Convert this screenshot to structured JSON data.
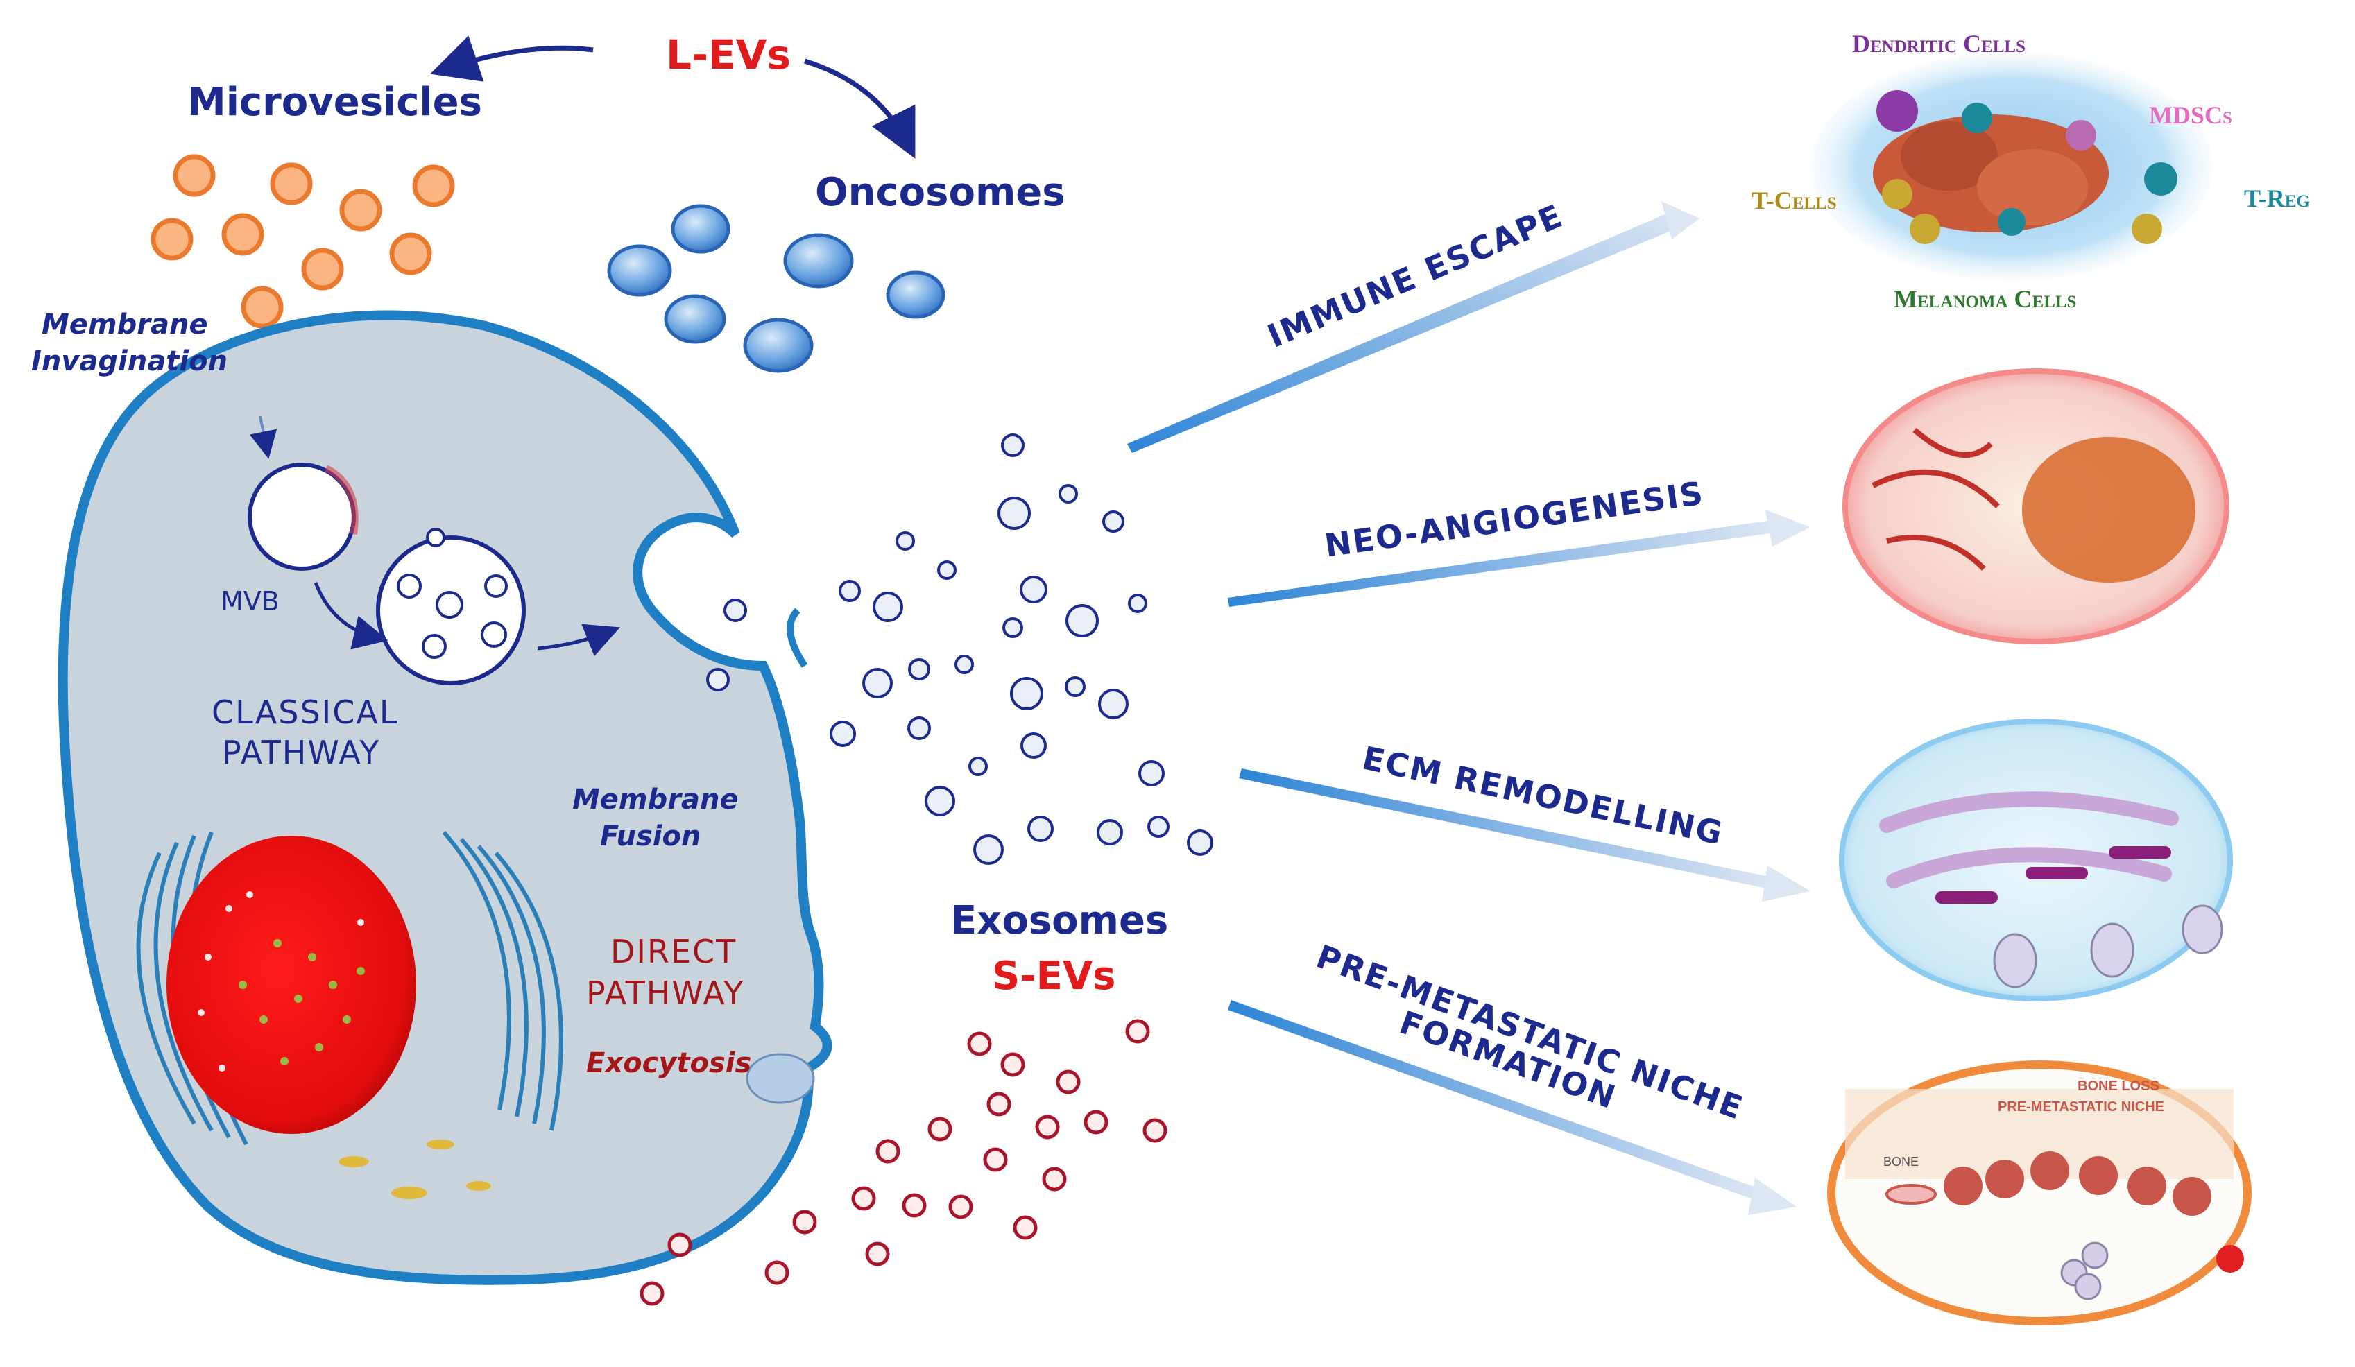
{
  "top": {
    "l_evs": "L-EVs",
    "microvesicles": "Microvesicles",
    "oncosomes": "Oncosomes",
    "membrane_invagination": [
      "Membrane",
      "Invagination"
    ]
  },
  "cell": {
    "mvb": "MVB",
    "classical_pathway": [
      "CLASSICAL",
      "PATHWAY"
    ],
    "membrane_fusion": [
      "Membrane",
      "Fusion"
    ],
    "direct_pathway": [
      "DIRECT",
      "PATHWAY"
    ],
    "exocytosis": "Exocytosis"
  },
  "bottom": {
    "exosomes": "Exosomes",
    "s_evs": "S-EVs"
  },
  "effects": {
    "immune_escape": "IMMUNE ESCAPE",
    "neo_angiogenesis": "NEO-ANGIOGENESIS",
    "ecm_remodelling": "ECM REMODELLING",
    "pre_metastatic": [
      "PRE-METASTATIC NICHE",
      "FORMATION"
    ]
  },
  "immune_panel": {
    "dendritic_cells": "Dendritic Cells",
    "mdscs": "MDSCs",
    "t_cells": "T-Cells",
    "t_reg": "T-Reg",
    "melanoma_cells": "Melanoma Cells"
  },
  "bone_panel": {
    "bone_loss": "BONE LOSS",
    "pre_metastatic_niche": "PRE-METASTATIC NICHE",
    "bone": "BONE"
  },
  "colors": {
    "navy": "#1b2a8c",
    "red": "#e11b1b",
    "cell_membrane": "#1e7fc4",
    "cytoplasm": "#c9d3dc",
    "microvesicle": "#f08a3c",
    "oncosome": "#3a86d4",
    "exosome_small": "#b01c2a"
  }
}
